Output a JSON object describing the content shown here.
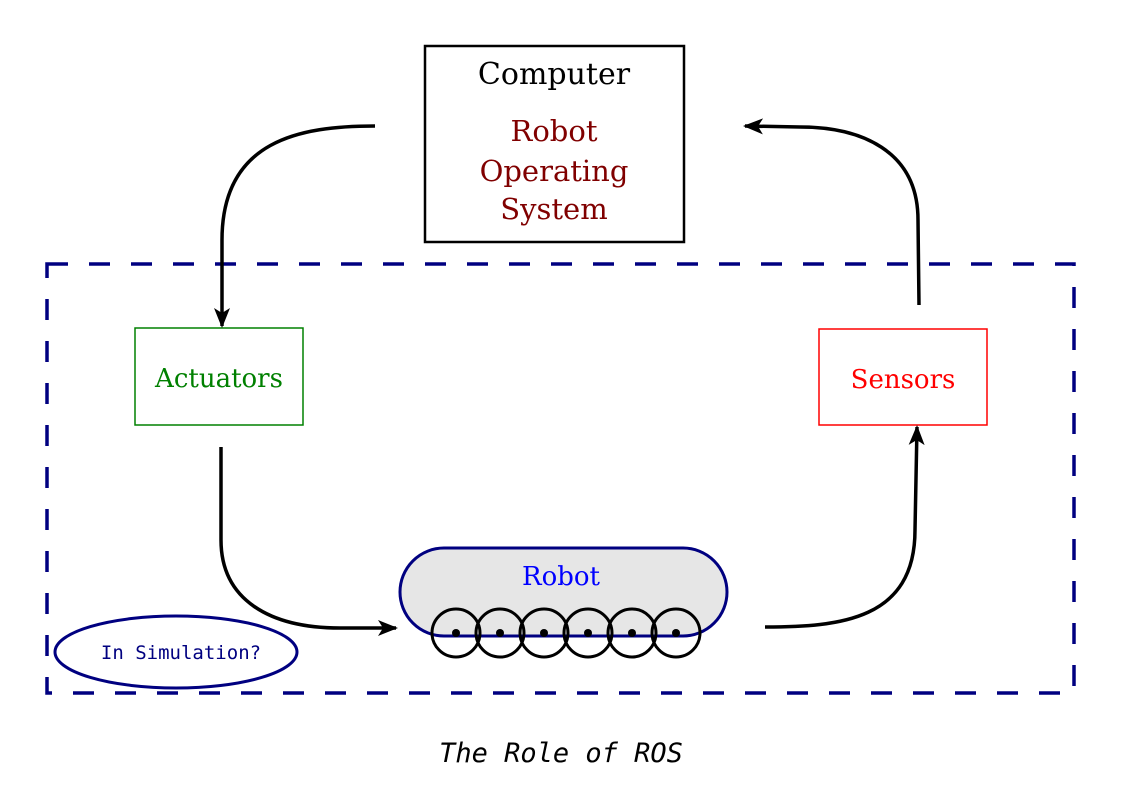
{
  "computer_box": {
    "title": "Computer",
    "subtitle_lines": [
      "Robot",
      "Operating",
      "System"
    ]
  },
  "actuators_box": {
    "label": "Actuators"
  },
  "sensors_box": {
    "label": "Sensors"
  },
  "robot": {
    "label": "Robot",
    "wheel_count": 6
  },
  "simulation_ellipse": {
    "label": "In Simulation?"
  },
  "caption": "The Role of ROS",
  "colors": {
    "computer_title": "#000000",
    "ros_text": "#800000",
    "actuators": "#008000",
    "sensors": "#ff0000",
    "robot_text": "#0000ff",
    "robot_border": "#000080",
    "robot_fill": "#e6e6e6",
    "simulation_border": "#000080",
    "arrows": "#000000"
  }
}
